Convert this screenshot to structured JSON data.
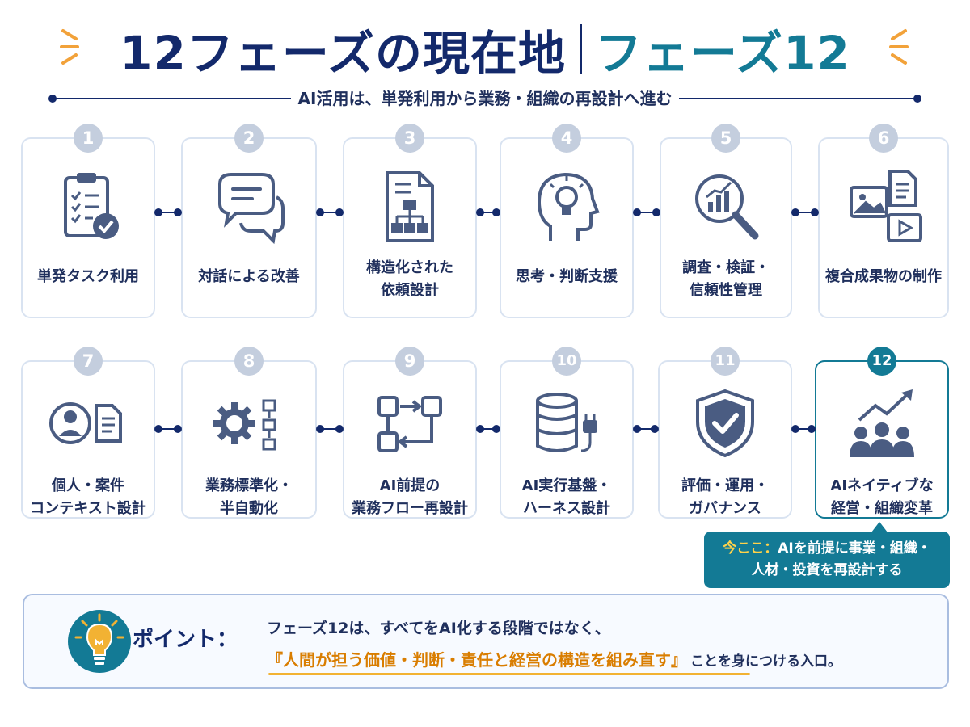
{
  "header": {
    "title_main": "12フェーズの現在地",
    "title_sub": "フェーズ12",
    "subtitle": "AI活用は、単発利用から業務・組織の再設計へ進む"
  },
  "phases": [
    {
      "num": "1",
      "line1": "単発タスク利用",
      "line2": "",
      "icon": "clipboard-checklist-icon"
    },
    {
      "num": "2",
      "line1": "対話による改善",
      "line2": "",
      "icon": "chat-bubbles-icon"
    },
    {
      "num": "3",
      "line1": "構造化された",
      "line2": "依頼設計",
      "icon": "structured-document-icon"
    },
    {
      "num": "4",
      "line1": "思考・判断支援",
      "line2": "",
      "icon": "head-lightbulb-icon"
    },
    {
      "num": "5",
      "line1": "調査・検証・",
      "line2": "信頼性管理",
      "icon": "magnifier-chart-icon"
    },
    {
      "num": "6",
      "line1": "複合成果物の制作",
      "line2": "",
      "icon": "media-files-icon"
    },
    {
      "num": "7",
      "line1": "個人・案件",
      "line2": "コンテキスト設計",
      "icon": "person-document-icon"
    },
    {
      "num": "8",
      "line1": "業務標準化・",
      "line2": "半自動化",
      "icon": "gear-flow-icon"
    },
    {
      "num": "9",
      "line1": "AI前提の",
      "line2": "業務フロー再設計",
      "icon": "flow-boxes-icon"
    },
    {
      "num": "10",
      "line1": "AI実行基盤・",
      "line2": "ハーネス設計",
      "icon": "database-plug-icon"
    },
    {
      "num": "11",
      "line1": "評価・運用・",
      "line2": "ガバナンス",
      "icon": "shield-check-icon"
    },
    {
      "num": "12",
      "line1": "AIネイティブな",
      "line2": "経営・組織変革",
      "icon": "team-growth-icon"
    }
  ],
  "current": {
    "highlight": "今ここ：",
    "text1": "AIを前提に事業・組織・",
    "text2": "人材・投資を再設計する"
  },
  "point": {
    "label": "ポイント：",
    "line1": "フェーズ12は、すべてをAI化する段階ではなく、",
    "emphasis": "『人間が担う価値・判断・責任と経営の構造を組み直す』",
    "line2_tail": "ことを身につける入口。"
  },
  "colors": {
    "navy": "#13296b",
    "teal": "#137a95",
    "card_border": "#d9e3f1",
    "number_gray": "#c4cede",
    "icon_slate": "#4a5c82",
    "accent_orange": "#f2a23a",
    "highlight_yellow": "#ffd24a"
  }
}
